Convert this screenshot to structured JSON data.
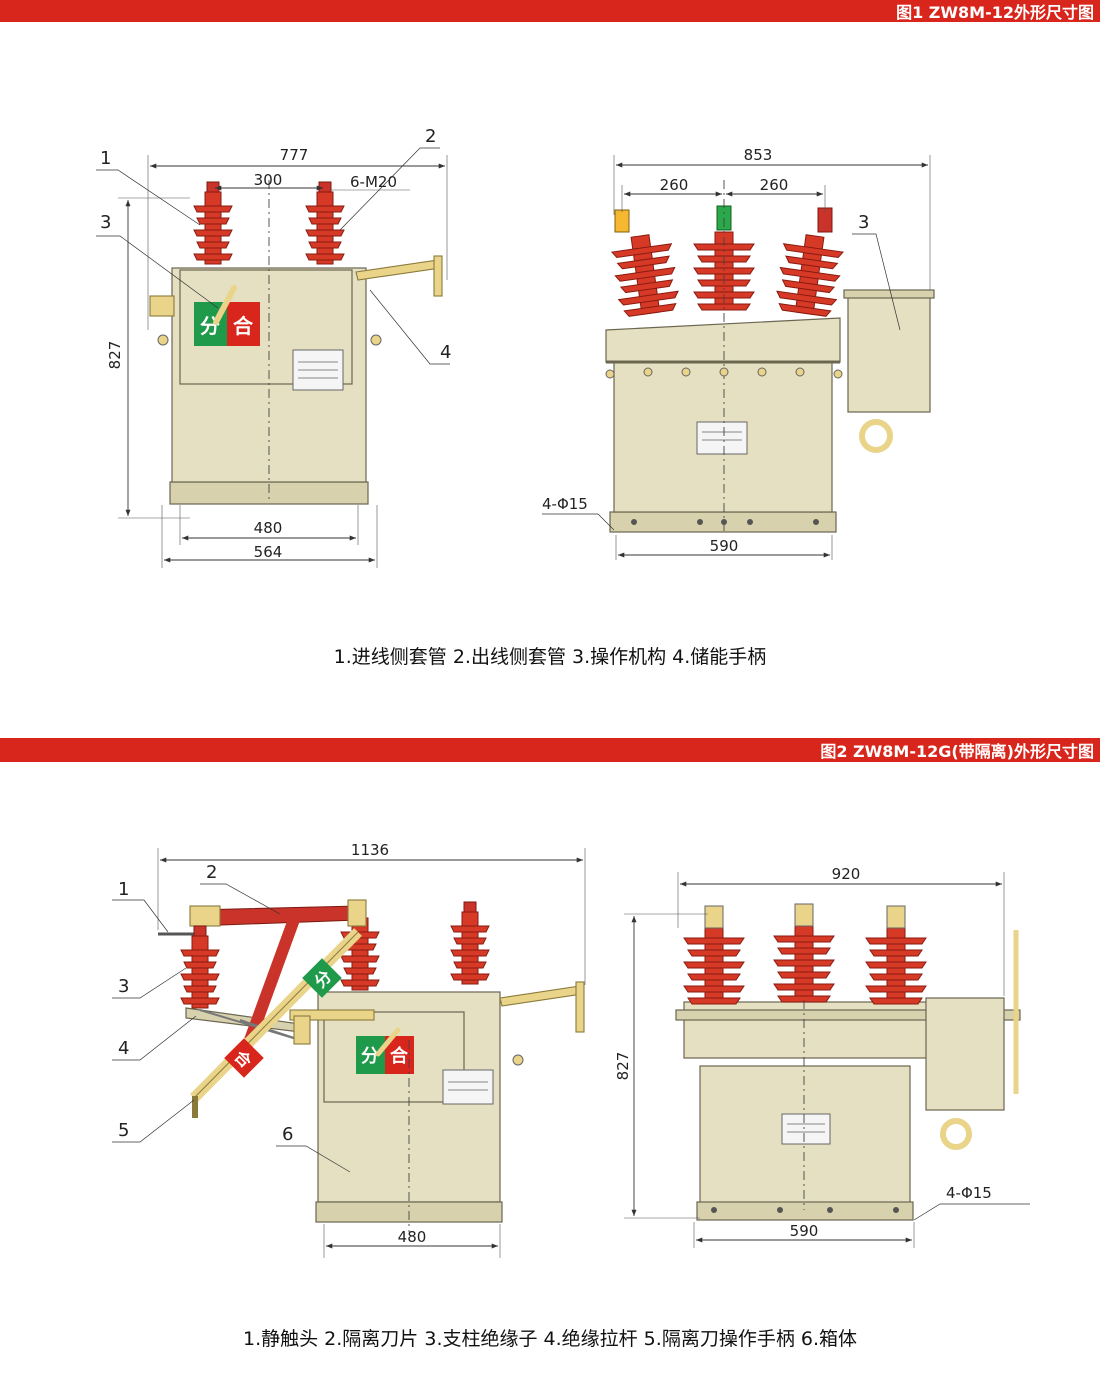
{
  "figure1": {
    "title": "图1 ZW8M-12外形尺寸图",
    "dims": {
      "width_total": "777",
      "bushing_spacing": "300",
      "bolt": "6-M20",
      "height": "827",
      "base_inner": "480",
      "base_outer": "564",
      "side_total": "853",
      "pole_left": "260",
      "pole_right": "260",
      "holes": "4-Φ15",
      "side_base": "590"
    },
    "callouts": [
      "1",
      "2",
      "3",
      "4",
      "3"
    ],
    "button_open": "分",
    "button_close": "合",
    "caption": "1.进线侧套管   2.出线侧套管  3.操作机构  4.储能手柄"
  },
  "figure2": {
    "title": "图2 ZW8M-12G(带隔离)外形尺寸图",
    "dims": {
      "width_total": "1136",
      "base": "480",
      "side_total": "920",
      "height": "827",
      "holes": "4-Φ15",
      "side_base": "590"
    },
    "callouts": [
      "1",
      "2",
      "3",
      "4",
      "5",
      "6"
    ],
    "button_open": "分",
    "button_close": "合",
    "arm_open": "分",
    "arm_close": "合",
    "caption": "1.静触头 2.隔离刀片 3.支柱绝缘子 4.绝缘拉杆 5.隔离刀操作手柄 6.箱体"
  },
  "colors": {
    "banner": "#d9261c",
    "box": "#e6e0c2",
    "insulator": "#d63a26",
    "open_green": "#1e9a4a",
    "close_red": "#d9261c"
  }
}
